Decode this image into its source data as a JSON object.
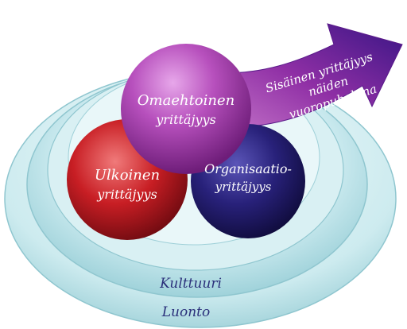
{
  "diagram": {
    "circles": {
      "top": {
        "line1": "Omaehtoinen",
        "line2": "yrittäjyys",
        "color": "#b34fb8"
      },
      "left": {
        "line1": "Ulkoinen",
        "line2": "yrittäjyys",
        "color": "#c81e24"
      },
      "right": {
        "line1": "Organisaatio-",
        "line2": "yrittäjyys",
        "color": "#26206e"
      }
    },
    "arrow": {
      "line1": "Sisäinen yrittäjyys",
      "line2": "näiden",
      "line3": "vuoropuheluna",
      "color_start": "#8f2fa5",
      "color_end": "#4a1a8c"
    },
    "rings": {
      "inner": "Kulttuuri",
      "outer": "Luonto",
      "color": "#bfe4ea"
    }
  }
}
